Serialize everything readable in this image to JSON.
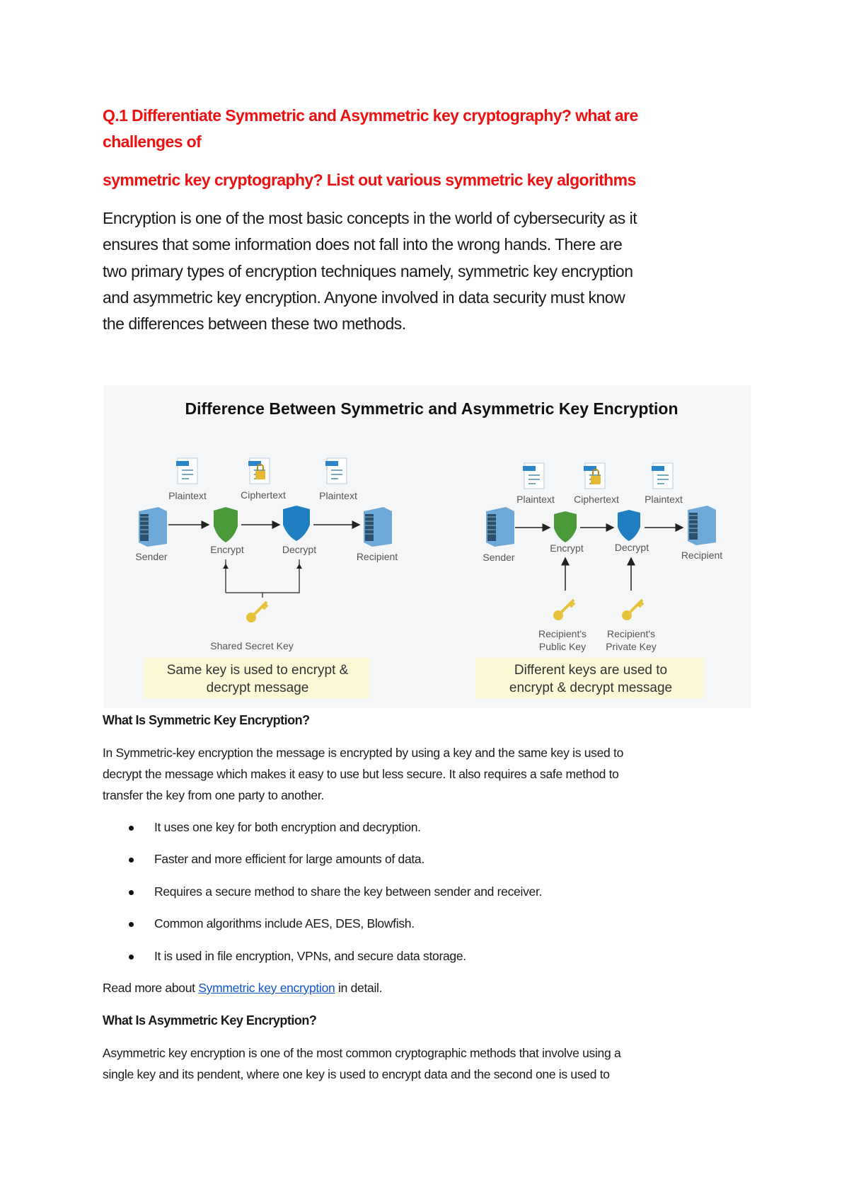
{
  "heading": {
    "line1": "Q.1 Differentiate Symmetric and Asymmetric key cryptography? what are",
    "line2": "challenges of",
    "line3": "symmetric key cryptography? List out various symmetric key algorithms"
  },
  "intro": [
    "Encryption is one of the most basic concepts in the world of cybersecurity as it",
    "ensures that some information does not fall into the wrong hands. There are",
    "two primary types of encryption techniques namely, symmetric key encryption",
    "and asymmetric key encryption. Anyone involved in data security must know",
    "the differences between these two methods."
  ],
  "diagram": {
    "title": "Difference Between Symmetric and Asymmetric Key Encryption",
    "symmetric": {
      "docs": [
        "Plaintext",
        "Ciphertext",
        "Plaintext"
      ],
      "sender": "Sender",
      "encrypt": "Encrypt",
      "decrypt": "Decrypt",
      "recipient": "Recipient",
      "key_label": "Shared Secret Key",
      "box": [
        "Same key is used to encrypt &",
        "decrypt message"
      ]
    },
    "asymmetric": {
      "docs": [
        "Plaintext",
        "Ciphertext",
        "Plaintext"
      ],
      "sender": "Sender",
      "encrypt": "Encrypt",
      "decrypt": "Decrypt",
      "recipient": "Recipient",
      "public_key": [
        "Recipient's",
        "Public Key"
      ],
      "private_key": [
        "Recipient's",
        "Private Key"
      ],
      "box": [
        "Different keys are used to",
        "encrypt & decrypt message"
      ]
    },
    "colors": {
      "background": "#f5f6f7",
      "note_box": "#fbf8d6",
      "encrypt": "#4a9a3a",
      "decrypt": "#1f7fc0",
      "key": "#e8c23a"
    }
  },
  "symmetric_section": {
    "title": "What Is Symmetric Key Encryption?",
    "paragraph": [
      "In Symmetric-key encryption the message is encrypted by using a key and the same key is used to",
      "decrypt the message which makes it easy to use but less secure. It also requires a safe method to",
      "transfer the key from one party to another."
    ],
    "bullets": [
      "It uses one key for both encryption and decryption.",
      "Faster and more efficient for large amounts of data.",
      "Requires a secure method to share the key between sender and receiver.",
      "Common algorithms include AES, DES, Blowfish.",
      "It is used in file encryption, VPNs, and secure data storage."
    ],
    "read_more_prefix": "Read more about ",
    "read_more_link": "Symmetric key encryption",
    "read_more_suffix": " in detail."
  },
  "asymmetric_section": {
    "title": "What Is Asymmetric Key Encryption?",
    "paragraph": [
      "Asymmetric key encryption is one of the most common cryptographic methods that involve using a",
      "single key and its pendent, where one key is used to encrypt data and the second one is used to"
    ]
  }
}
